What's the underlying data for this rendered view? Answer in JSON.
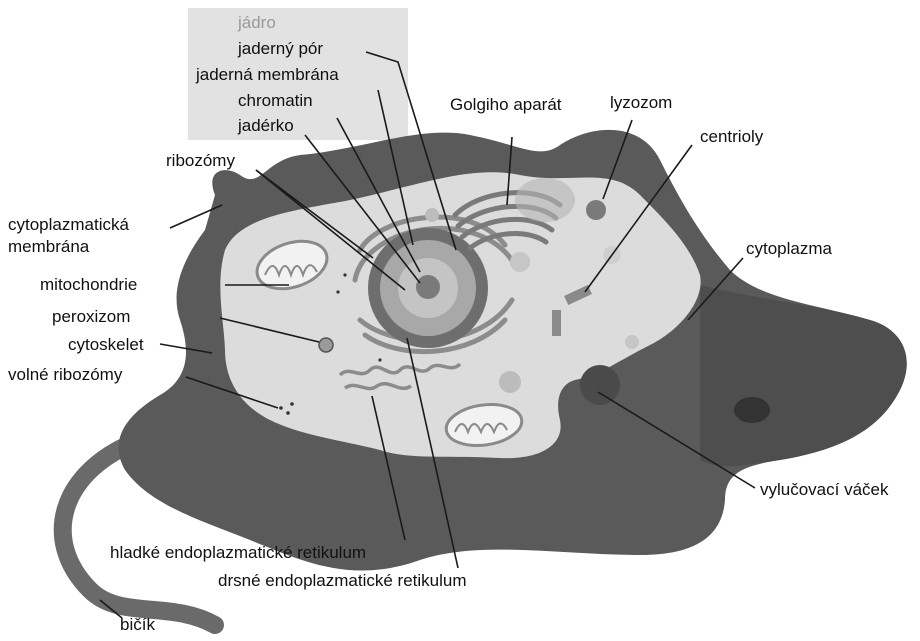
{
  "diagram": {
    "labels": {
      "jadro": "jádro",
      "jaderny_por": "jaderný pór",
      "jaderna_membrana": "jaderná membrána",
      "chromatin": "chromatin",
      "jaderko": "jadérko",
      "golgiho_aparat": "Golgiho aparát",
      "lyzozom": "lyzozom",
      "centrioly": "centrioly",
      "ribozomy": "ribozómy",
      "cytoplazmaticka_1": "cytoplazmatická",
      "cytoplazmaticka_2": "membrána",
      "cytoplazma": "cytoplazma",
      "mitochondrie": "mitochondrie",
      "peroxizom": "peroxizom",
      "cytoskelet": "cytoskelet",
      "volne_ribozomy": "volné ribozómy",
      "vylucovaci_vacek": "vylučovací váček",
      "hladke_er": "hladké endoplazmatické retikulum",
      "drsne_er": "drsné endoplazmatické retikulum",
      "bicik": "bičík"
    },
    "colors": {
      "membrane_dark": "#5a5a5a",
      "membrane_mid": "#7a7a7a",
      "cytoplasm": "#dcdcdc",
      "nucleus_outer": "#6e6e6e",
      "nucleus_inner": "#a8a8a8",
      "label_box": "#e2e2e2",
      "label_text": "#111111",
      "label_muted": "#9a9a9a"
    }
  }
}
